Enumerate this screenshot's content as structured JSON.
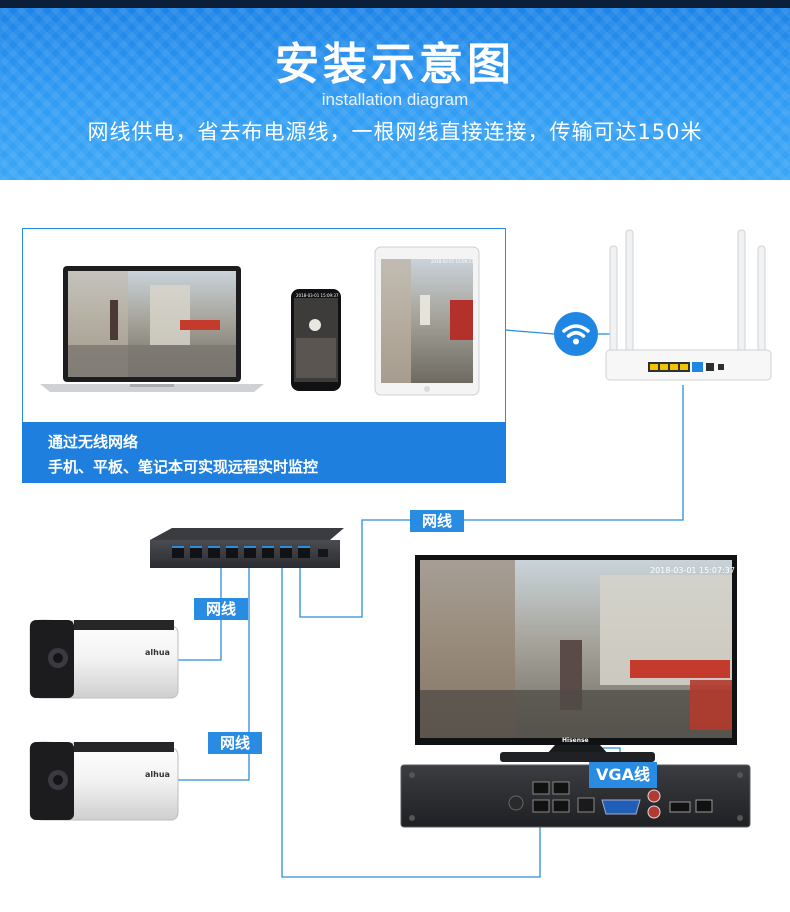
{
  "header": {
    "title": "安装示意图",
    "subtitle_en": "installation diagram",
    "subtitle_cn": "网线供电，省去布电源线，一根网线直接连接，传输可达150米"
  },
  "wireless": {
    "line1": "通过无线网络",
    "line2": "手机、平板、笔记本可实现远程实时监控",
    "phone_time": "2018-03-01 15:09:37",
    "tablet_time": "2018-03-01 15:09:37"
  },
  "labels": {
    "cable_top": "网线",
    "cable_cam1": "网线",
    "cable_cam2": "网线",
    "vga": "VGA线"
  },
  "camera": {
    "brand": "alhua"
  },
  "monitor": {
    "brand": "Hisense",
    "timestamp": "2018-03-01 15:07:37"
  },
  "colors": {
    "accent": "#1f7fde",
    "line": "#2b8de0",
    "header_top": "#1c82e6"
  }
}
